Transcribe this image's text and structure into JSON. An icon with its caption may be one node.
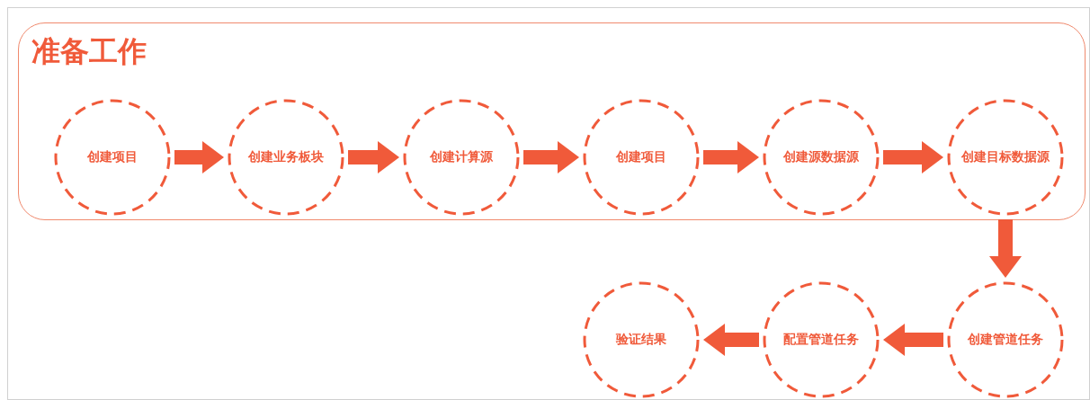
{
  "diagram": {
    "nodes": [
      {
        "text": [
          "准备工作"
        ]
      },
      {
        "text": [
          "创建项目"
        ],
        "in": 0
      },
      {
        "text": [
          "创建业务板块"
        ],
        "in": 0
      },
      {
        "text": [
          "创建计算源"
        ],
        "in": 0
      },
      {
        "text": [
          "创建项目"
        ],
        "in": 0
      },
      {
        "text": [
          "创建源数据源"
        ],
        "in": 0
      },
      {
        "text": [
          "创建目标数据源"
        ],
        "in": 0
      },
      {
        "text": [
          "创建管道任务"
        ]
      },
      {
        "text": [
          "配置管道任务"
        ]
      },
      {
        "text": [
          "验证结果"
        ]
      }
    ],
    "edges": [
      {
        "from": 1,
        "to": 2,
        "arrow": "to"
      },
      {
        "from": 2,
        "to": 3,
        "arrow": "to"
      },
      {
        "from": 3,
        "to": 4,
        "arrow": "to"
      },
      {
        "from": 4,
        "to": 5,
        "arrow": "to"
      },
      {
        "from": 5,
        "to": 6,
        "arrow": "to"
      },
      {
        "from": 6,
        "to": 7,
        "arrow": "to"
      },
      {
        "from": 7,
        "to": 8,
        "arrow": "to"
      },
      {
        "from": 8,
        "to": 9,
        "arrow": "to"
      }
    ]
  }
}
